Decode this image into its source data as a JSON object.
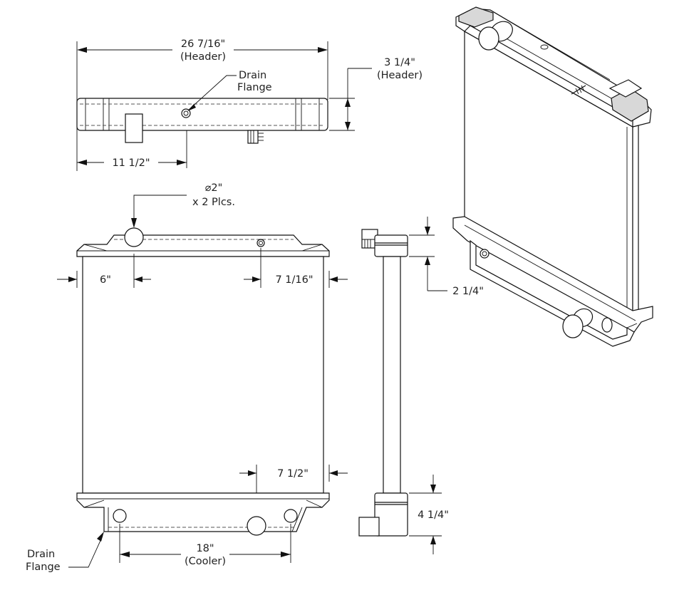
{
  "labels": {
    "header_width": "26 7/16\"",
    "header_width_sub": "(Header)",
    "header_height": "3 1/4\"",
    "header_height_sub": "(Header)",
    "drain_flange_top_1": "Drain",
    "drain_flange_top_2": "Flange",
    "header_offset": "11 1/2\"",
    "inlet_diameter": "⌀2\"",
    "inlet_qty": "x 2 Plcs.",
    "inlet_left_offset": "6\"",
    "inlet_right_offset": "7 1/16\"",
    "side_depth": "2 1/4\"",
    "outlet_right_offset": "7 1/2\"",
    "cooler_depth": "4 1/4\"",
    "cooler_width": "18\"",
    "cooler_width_sub": "(Cooler)",
    "drain_flange_bottom_1": "Drain",
    "drain_flange_bottom_2": "Flange"
  }
}
